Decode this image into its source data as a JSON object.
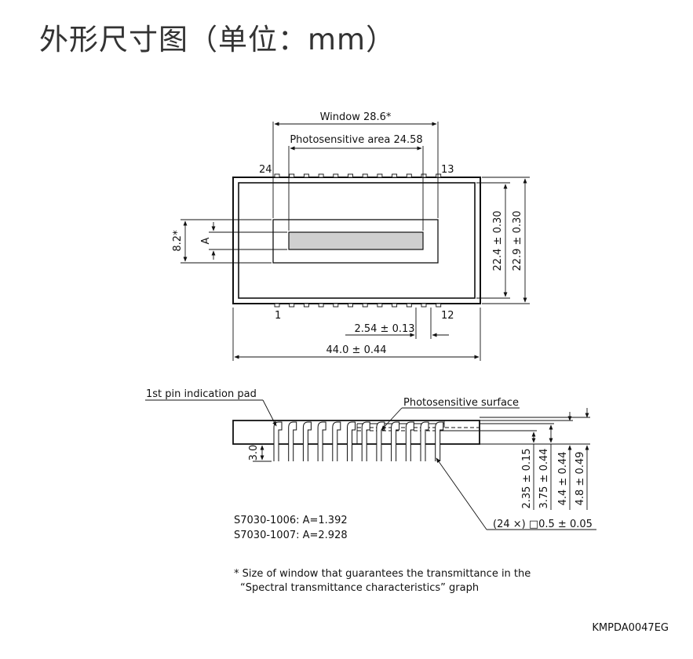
{
  "title": "外形尺寸图（单位：mm）",
  "labels": {
    "window": "Window 28.6*",
    "photosensitive_area": "Photosensitive area 24.58",
    "pin24": "24",
    "pin13": "13",
    "pin1": "1",
    "pin12": "12",
    "dim_82": "8.2*",
    "dim_a": "A",
    "dim_224": "22.4 ± 0.30",
    "dim_229": "22.9 ± 0.30",
    "dim_254": "2.54 ± 0.13",
    "dim_440": "44.0 ± 0.44",
    "first_pin_pad": "1st pin indication pad",
    "photosensitive_surface": "Photosensitive surface",
    "dim_30": "3.0",
    "dim_235": "2.35 ± 0.15",
    "dim_375": "3.75 ± 0.44",
    "dim_44": "4.4 ± 0.44",
    "dim_48": "4.8 ± 0.49",
    "pin_size": "(24 ×) □0.5 ± 0.05",
    "variant1": "S7030-1006: A=1.392",
    "variant2": "S7030-1007: A=2.928",
    "note_line1": "* Size of window that guarantees the transmittance in the",
    "note_line2": "“Spectral transmittance characteristics” graph",
    "code": "KMPDA0047EG"
  }
}
